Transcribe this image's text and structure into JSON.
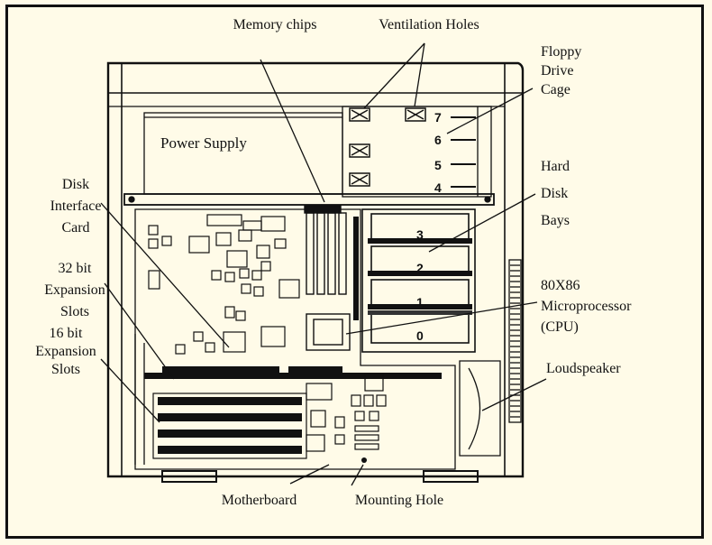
{
  "labels": {
    "memory_chips": "Memory chips",
    "ventilation_holes": "Ventilation Holes",
    "floppy": [
      "Floppy",
      "Drive",
      "Cage"
    ],
    "hard_disk": [
      "Hard",
      "Disk",
      "Bays"
    ],
    "power_supply": "Power Supply",
    "disk_interface": [
      "Disk",
      "Interface",
      "Card"
    ],
    "expansion_32": [
      "32 bit",
      "Expansion",
      "Slots"
    ],
    "expansion_16": [
      "16 bit",
      "Expansion",
      "Slots"
    ],
    "cpu": [
      "80X86",
      "Microprocessor",
      "(CPU)"
    ],
    "loudspeaker": "Loudspeaker",
    "motherboard": "Motherboard",
    "mounting_hole": "Mounting Hole"
  },
  "floppy_numbers": [
    "7",
    "6",
    "5",
    "4"
  ],
  "disk_numbers": [
    "3",
    "2",
    "1",
    "0"
  ]
}
